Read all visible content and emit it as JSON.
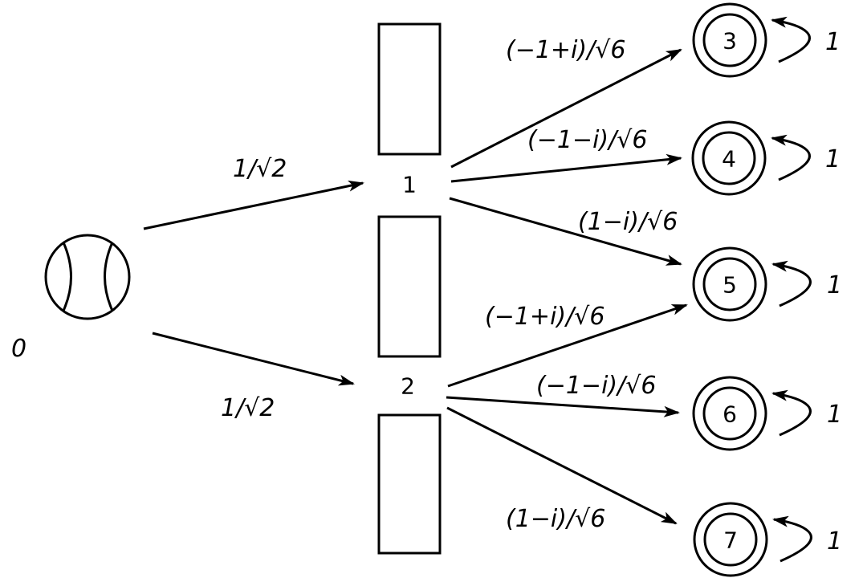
{
  "diagram": {
    "source": {
      "label": "0",
      "icon": "baseball-icon"
    },
    "slits": [
      {
        "label": "1"
      },
      {
        "label": "2"
      }
    ],
    "targets": [
      {
        "label": "3",
        "self_loop_label": "1"
      },
      {
        "label": "4",
        "self_loop_label": "1"
      },
      {
        "label": "5",
        "self_loop_label": "1"
      },
      {
        "label": "6",
        "self_loop_label": "1"
      },
      {
        "label": "7",
        "self_loop_label": "1"
      }
    ],
    "edges": [
      {
        "from": "0",
        "to": "1",
        "label": "1/√2"
      },
      {
        "from": "0",
        "to": "2",
        "label": "1/√2"
      },
      {
        "from": "1",
        "to": "3",
        "label": "(−1+i)/√6"
      },
      {
        "from": "1",
        "to": "4",
        "label": "(−1−i)/√6"
      },
      {
        "from": "1",
        "to": "5",
        "label": "(1−i)/√6"
      },
      {
        "from": "2",
        "to": "5",
        "label": "(−1+i)/√6"
      },
      {
        "from": "2",
        "to": "6",
        "label": "(−1−i)/√6"
      },
      {
        "from": "2",
        "to": "7",
        "label": "(1−i)/√6"
      }
    ]
  }
}
